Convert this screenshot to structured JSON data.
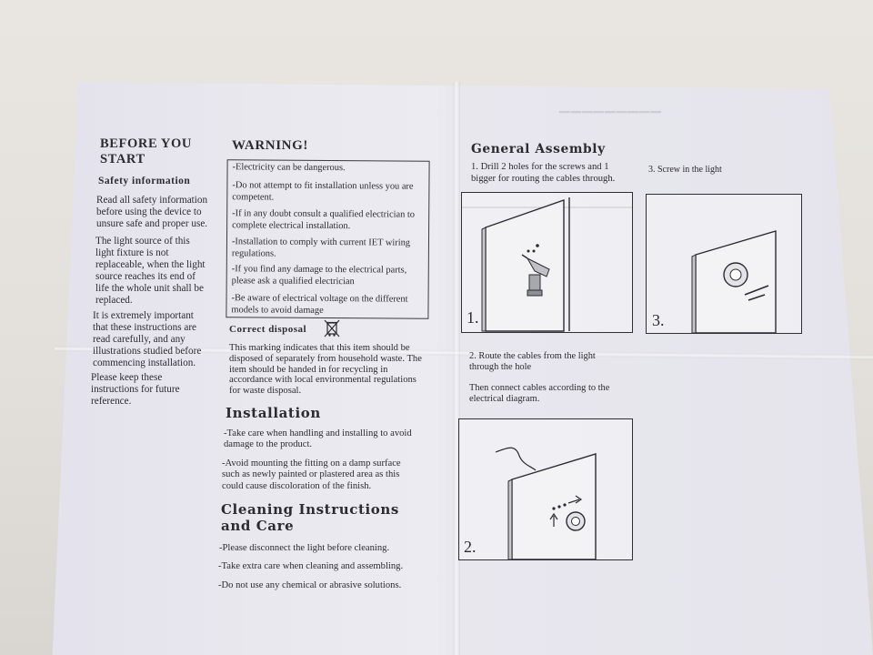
{
  "left_page": {
    "before_title": "BEFORE YOU START",
    "safety_heading": "Safety information",
    "safety_p1": "Read all safety information before using the device to unsure safe and proper use.",
    "safety_p2": "The light source of this light fixture is not replaceable, when the light source reaches its end of life the whole unit shall be replaced.",
    "safety_p3": "It is extremely important that these instructions are read carefully, and any illustrations studied before commencing installation.",
    "safety_p4": "Please keep these instructions for future reference."
  },
  "middle": {
    "warning_title": "WARNING!",
    "warnings": [
      "-Electricity can be dangerous.",
      "-Do not attempt to fit installation unless you are competent.",
      "-If in any doubt consult a qualified electrician to complete electrical installation.",
      "-Installation to comply with current IET wiring regulations.",
      "-If you find any damage to the electrical parts, please ask a qualified electrician",
      "-Be aware of electrical voltage on the different models to avoid damage"
    ],
    "disposal_title": "Correct disposal",
    "disposal_icon": "crossed-out-bin-icon",
    "disposal_text": "This marking indicates that this item should be disposed of separately from household waste. The item should be handed in for recycling in accordance with local environmental regulations for waste disposal.",
    "installation_title": "Installation",
    "installation_items": [
      "-Take care when handling and installing to avoid damage to the product.",
      "-Avoid mounting the fitting on a damp surface such as newly painted or plastered area as this could cause discoloration of the finish."
    ],
    "cleaning_title": "Cleaning Instructions and Care",
    "cleaning_items": [
      "-Please disconnect the light before cleaning.",
      "-Take extra care when cleaning and assembling.",
      "-Do not use any chemical or abrasive solutions."
    ]
  },
  "right_page": {
    "assembly_title": "General Assembly",
    "step1": "1. Drill 2 holes for the screws and 1 bigger for routing the cables through.",
    "step2_a": "2. Route the cables from the light through the hole",
    "step2_b": "Then connect cables according to the electrical diagram.",
    "step3": "3. Screw in the light",
    "panel1_num": "1.",
    "panel2_num": "2.",
    "panel3_num": "3."
  },
  "colors": {
    "paper": "#eae9ef",
    "ink": "#2c2b30",
    "background": "#e6e3de"
  }
}
